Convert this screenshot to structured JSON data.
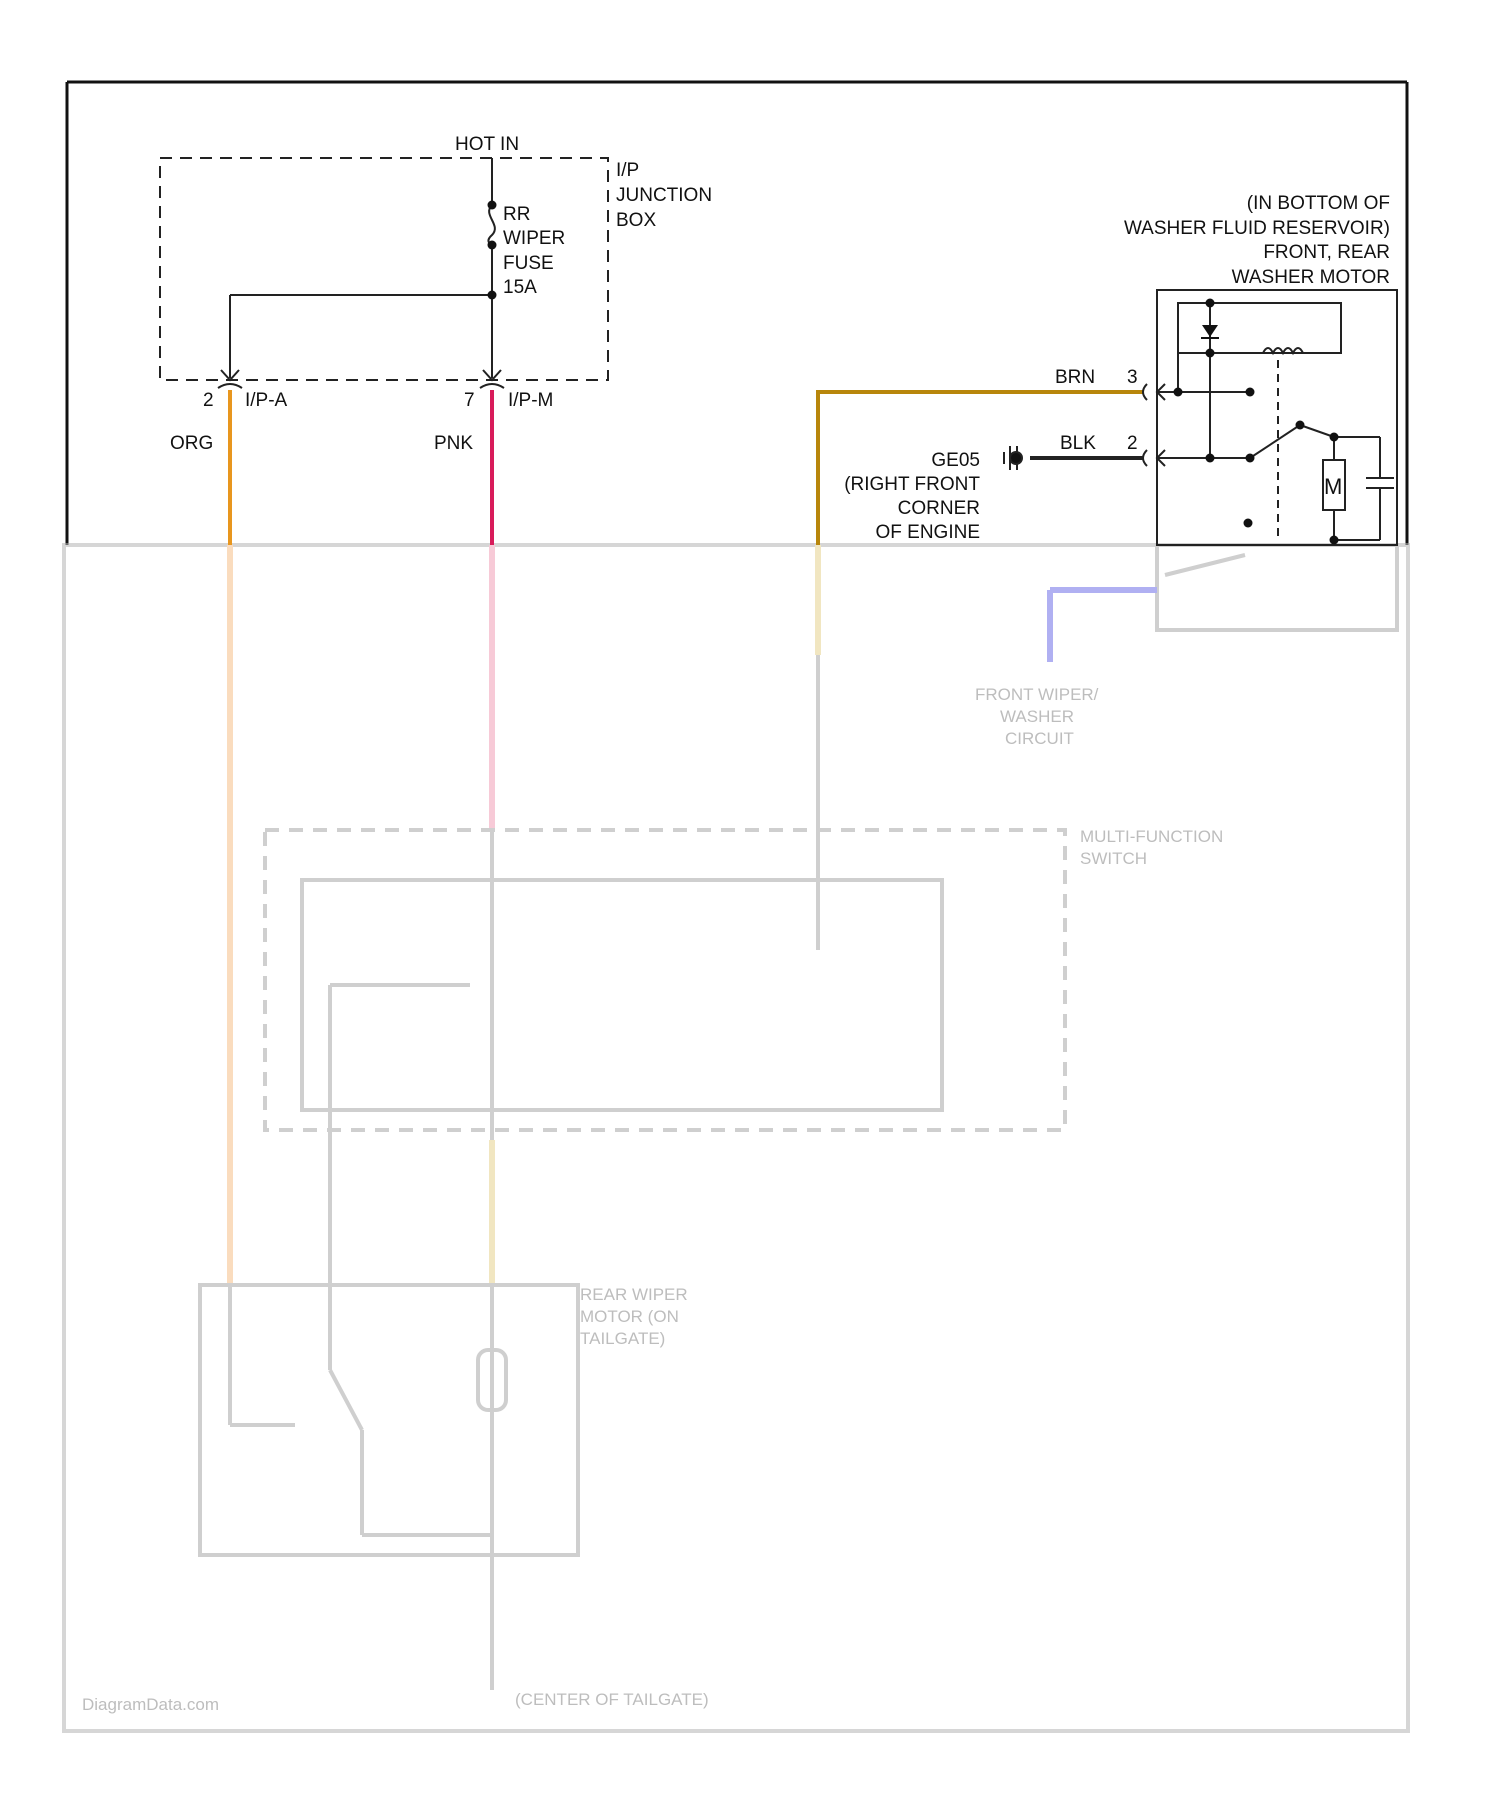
{
  "junction_box": {
    "hot_in": "HOT IN",
    "name_lines": [
      "I/P",
      "JUNCTION",
      "BOX"
    ],
    "fuse_lines": [
      "RR",
      "WIPER",
      "FUSE",
      "15A"
    ]
  },
  "connectors": {
    "ipa_pin": "2",
    "ipa_name": "I/P-A",
    "ipm_pin": "7",
    "ipm_name": "I/P-M"
  },
  "wires": {
    "org": "ORG",
    "pnk": "PNK",
    "brn": "BRN",
    "blk": "BLK"
  },
  "washer_motor": {
    "location_lines": [
      "(IN BOTTOM OF",
      "WASHER FLUID RESERVOIR)",
      "FRONT, REAR",
      "WASHER MOTOR"
    ],
    "pin_brn": "3",
    "pin_blk": "2",
    "motor_symbol": "M"
  },
  "ground": {
    "lines": [
      "GE05",
      "(RIGHT FRONT",
      "CORNER",
      "OF ENGINE"
    ]
  },
  "colors": {
    "org": "#e8961e",
    "pnk": "#d81b5a",
    "brn": "#b8860b",
    "blk": "#222222",
    "blu": "#5050e0",
    "frame": "#111111",
    "blurred": "#bdbdbd"
  }
}
